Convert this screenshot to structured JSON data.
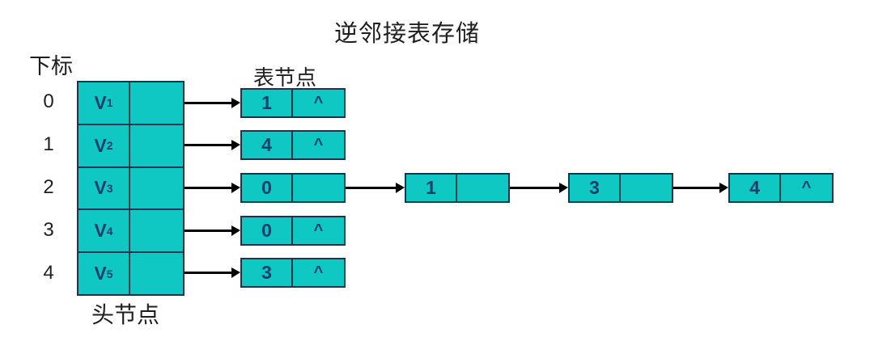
{
  "title": "逆邻接表存储",
  "labels": {
    "index_header": "下标",
    "list_node": "表节点",
    "head_node": "头节点"
  },
  "colors": {
    "cell_fill": "#10c8c3",
    "cell_border": "#123a4f",
    "cell_text": "#14406e",
    "arrow": "#000000",
    "background": "#ffffff",
    "label_text": "#1f1f1f"
  },
  "rows": [
    {
      "index": "0",
      "vertex_base": "V",
      "vertex_sub": "1",
      "nodes": [
        {
          "data": "1",
          "pointer": "^"
        }
      ]
    },
    {
      "index": "1",
      "vertex_base": "V",
      "vertex_sub": "2",
      "nodes": [
        {
          "data": "4",
          "pointer": "^"
        }
      ]
    },
    {
      "index": "2",
      "vertex_base": "V",
      "vertex_sub": "3",
      "nodes": [
        {
          "data": "0",
          "pointer": ""
        },
        {
          "data": "1",
          "pointer": ""
        },
        {
          "data": "3",
          "pointer": ""
        },
        {
          "data": "4",
          "pointer": "^"
        }
      ]
    },
    {
      "index": "3",
      "vertex_base": "V",
      "vertex_sub": "4",
      "nodes": [
        {
          "data": "0",
          "pointer": "^"
        }
      ]
    },
    {
      "index": "4",
      "vertex_base": "V",
      "vertex_sub": "5",
      "nodes": [
        {
          "data": "3",
          "pointer": "^"
        }
      ]
    }
  ]
}
